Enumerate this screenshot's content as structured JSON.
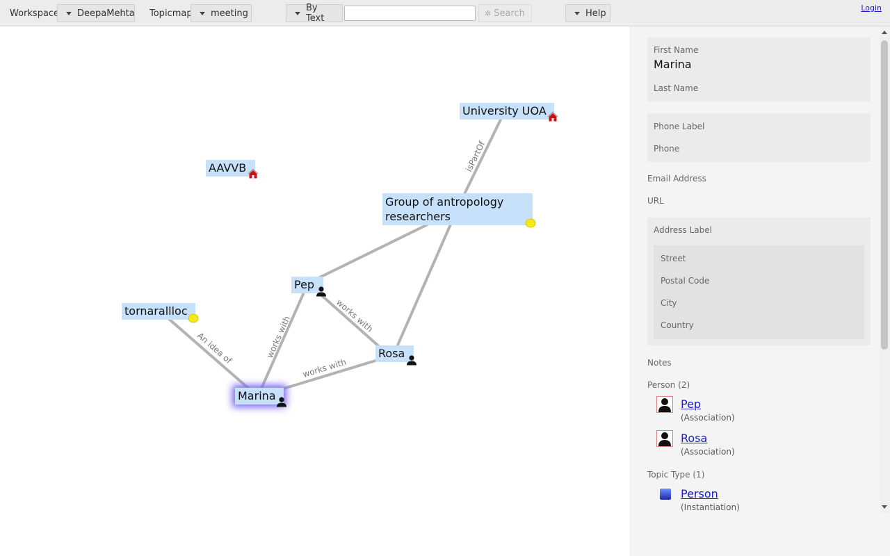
{
  "toolbar": {
    "workspace_label": "Workspace",
    "workspace_value": "DeepaMehta",
    "topicmap_label": "Topicmap",
    "topicmap_value": "meeting",
    "search_mode": "By Text",
    "search_value": "",
    "search_button": "Search",
    "help": "Help",
    "login": "Login"
  },
  "map": {
    "topics": {
      "university": "University UOA",
      "aavvb": "AAVVB",
      "group": "Group of antropology researchers",
      "pep": "Pep",
      "tornarallloc": "tornarallloc",
      "rosa": "Rosa",
      "marina": "Marina"
    },
    "associations": {
      "ispartof": "isPartOf",
      "works_with_1": "works with",
      "works_with_2": "works with",
      "works_with_3": "works with",
      "idea_of": "An idea of"
    },
    "colors": {
      "topic_bg": "#c8e1fa",
      "edge": "#b3b3b3",
      "selection_glow": "#7b68ee"
    }
  },
  "detail": {
    "first_name_label": "First Name",
    "first_name_value": "Marina",
    "last_name_label": "Last Name",
    "phone_label_label": "Phone Label",
    "phone_label": "Phone",
    "email_label": "Email Address",
    "url_label": "URL",
    "address_label_label": "Address Label",
    "street_label": "Street",
    "postal_code_label": "Postal Code",
    "city_label": "City",
    "country_label": "Country",
    "notes_label": "Notes",
    "person_group_label": "Person (2)",
    "related_people": [
      {
        "name": "Pep",
        "type": "(Association)"
      },
      {
        "name": "Rosa",
        "type": "(Association)"
      }
    ],
    "topic_type_group_label": "Topic Type (1)",
    "topic_types": [
      {
        "name": "Person",
        "type": "(Instantiation)"
      }
    ]
  }
}
